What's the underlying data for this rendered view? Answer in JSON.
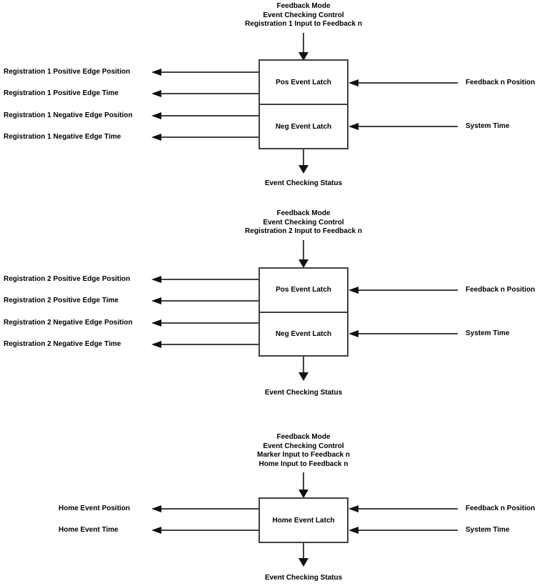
{
  "colors": {
    "line": "#404040",
    "arrow": "#111111",
    "text": "#000000",
    "bg": "#ffffff"
  },
  "sections": [
    {
      "header_lines": [
        "Feedback Mode",
        "Event Checking Control",
        "Registration 1 Input to Feedback n"
      ],
      "latches": [
        "Pos Event Latch",
        "Neg Event Latch"
      ],
      "left_outputs": [
        "Registration 1 Positive Edge Position",
        "Registration 1 Positive Edge Time",
        "Registration 1 Negative Edge Position",
        "Registration 1 Negative Edge Time"
      ],
      "right_inputs": [
        "Feedback n Position",
        "System Time"
      ],
      "status": "Event Checking Status"
    },
    {
      "header_lines": [
        "Feedback Mode",
        "Event Checking Control",
        "Registration 2 Input to Feedback n"
      ],
      "latches": [
        "Pos Event Latch",
        "Neg Event Latch"
      ],
      "left_outputs": [
        "Registration 2 Positive Edge Position",
        "Registration 2 Positive Edge Time",
        "Registration 2 Negative Edge Position",
        "Registration 2 Negative Edge Time"
      ],
      "right_inputs": [
        "Feedback n Position",
        "System Time"
      ],
      "status": "Event Checking Status"
    },
    {
      "header_lines": [
        "Feedback Mode",
        "Event Checking Control",
        "Marker Input to Feedback n",
        "Home Input to Feedback n"
      ],
      "latches": [
        "Home Event Latch"
      ],
      "left_outputs": [
        "Home Event Position",
        "Home Event Time"
      ],
      "right_inputs": [
        "Feedback n Position",
        "System Time"
      ],
      "status": "Event Checking Status"
    }
  ]
}
